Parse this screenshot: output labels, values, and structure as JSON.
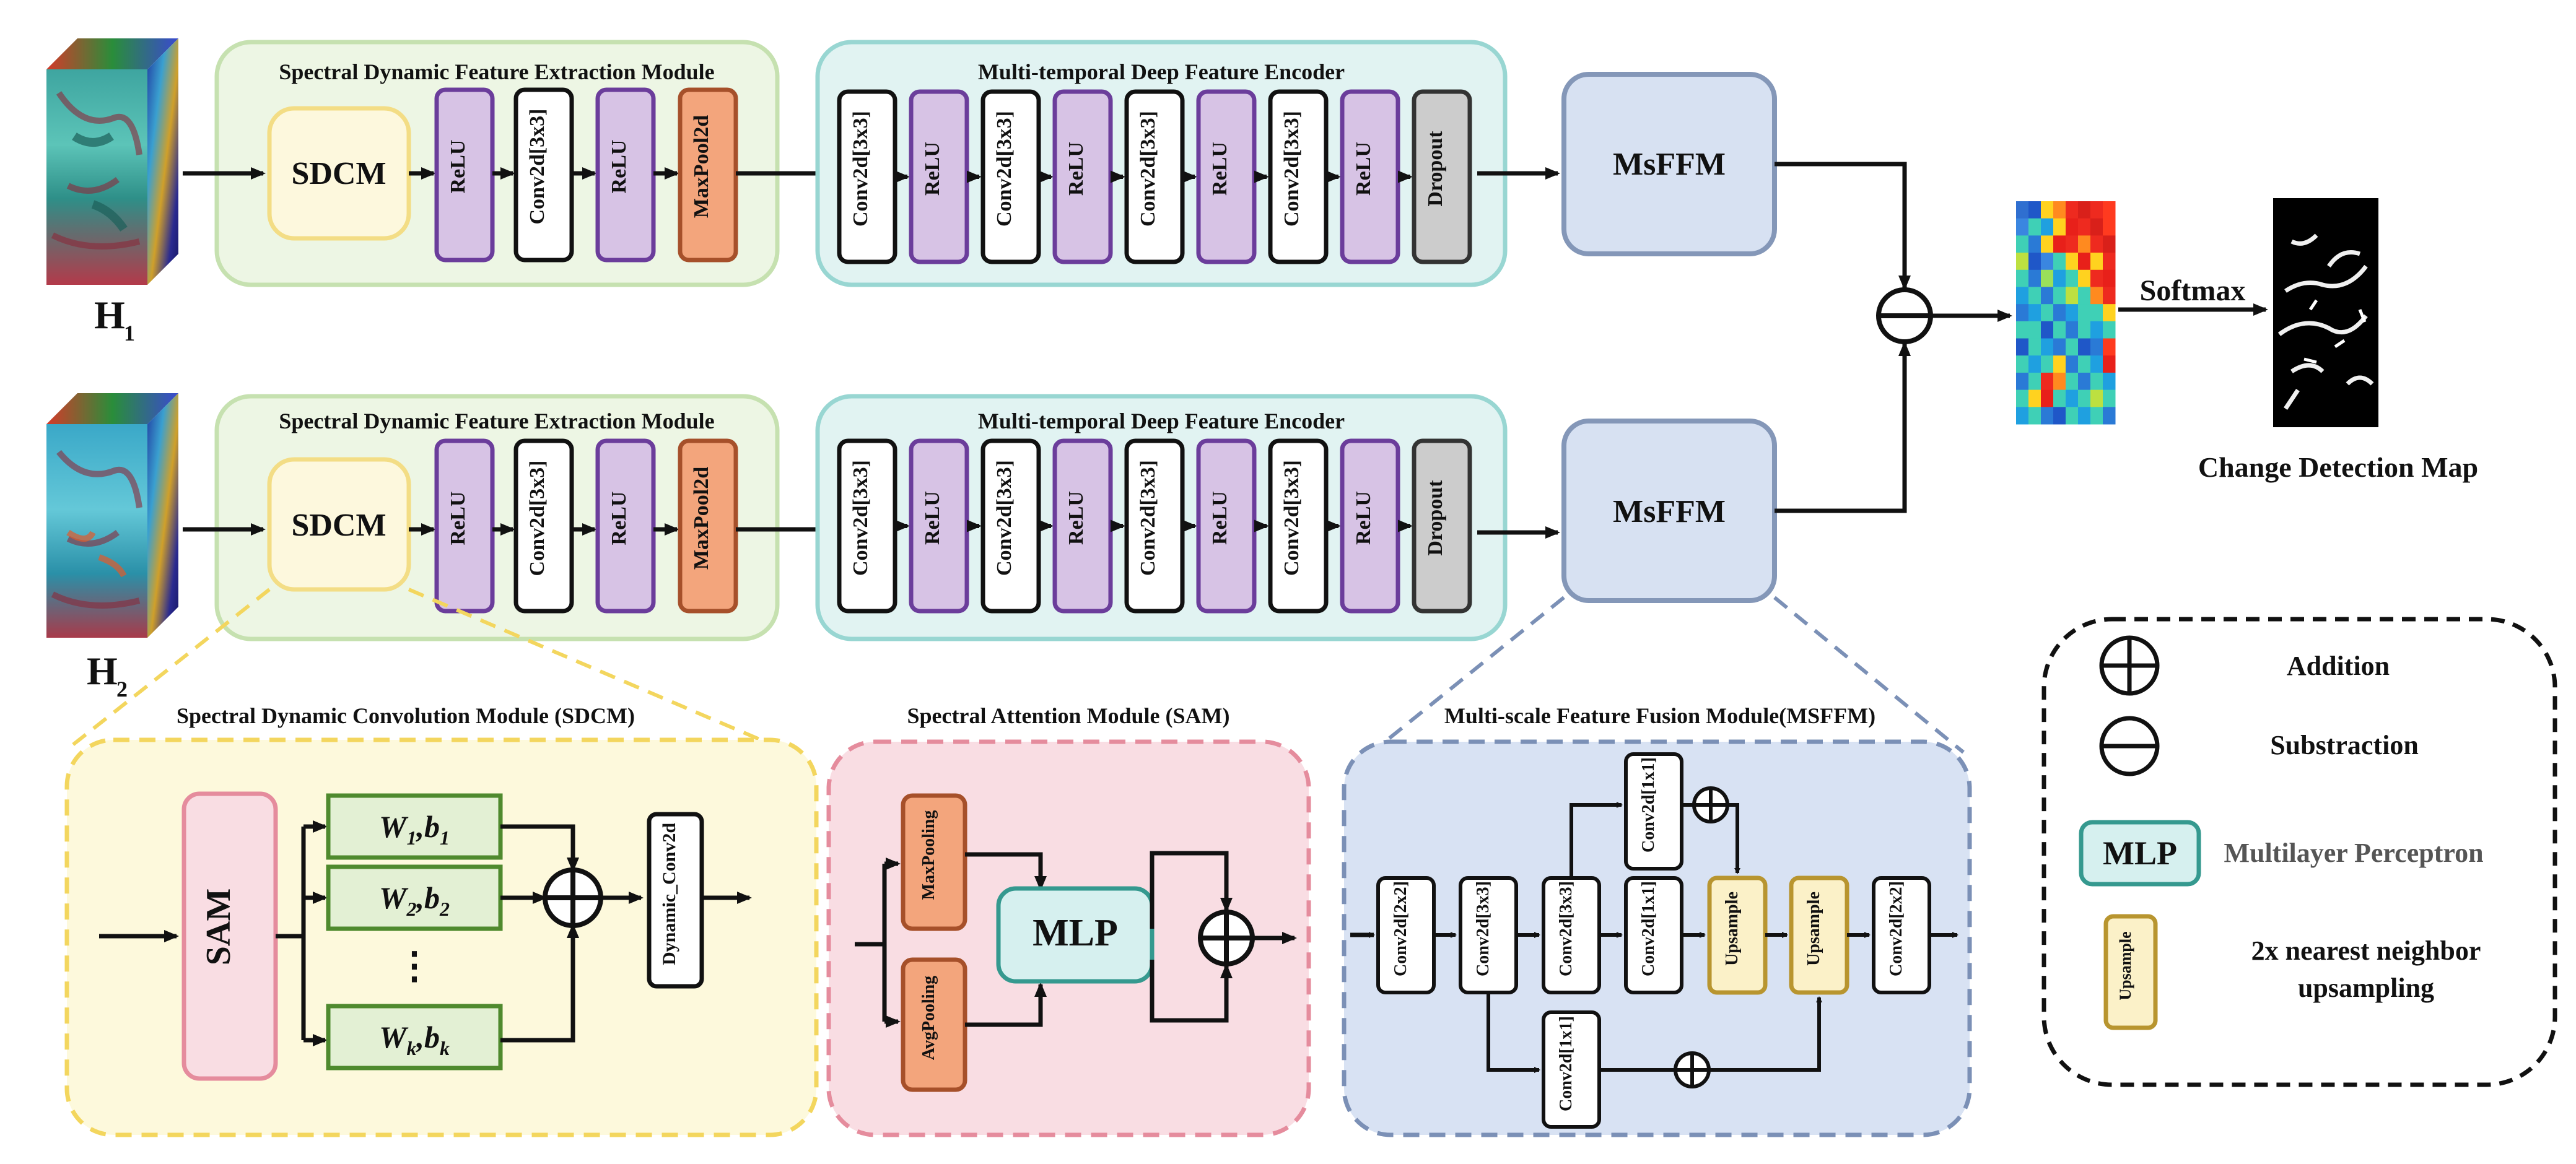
{
  "colors": {
    "sdfem_bg": "#edf6e4",
    "sdfem_border": "#c6e1b0",
    "mtdfe_bg": "#e1f3f2",
    "mtdfe_border": "#98d6d2",
    "sdcm_fill": "#fdf8dd",
    "sdcm_border": "#f3dd85",
    "relu_fill": "#d7c3e5",
    "relu_border": "#6b3d9b",
    "conv_fill": "#ffffff",
    "conv_border": "#111111",
    "maxpool_fill": "#f3a57c",
    "maxpool_border": "#a6502a",
    "dropout_fill": "#cccccc",
    "dropout_border": "#333333",
    "msffm_fill": "#d7e1f2",
    "msffm_border": "#8497b8",
    "sdcm_detail_bg": "#fdf9dc",
    "sdcm_detail_border": "#f3d65e",
    "sam_bg": "#f9dde3",
    "sam_border": "#e58c9d",
    "msffm_detail_bg": "#d8e2f3",
    "msffm_detail_border": "#7b90b6",
    "weight_fill": "#e3f0d4",
    "weight_border": "#4f8a2e",
    "mlp_fill": "#d6f0ef",
    "mlp_border": "#35998f",
    "upsample_fill": "#fbf1c8",
    "upsample_border": "#b8952f",
    "pool_fill": "#f3a57c",
    "pool_border": "#a6502a"
  },
  "inputs": {
    "h1_label": "H",
    "h1_sub": "1",
    "h2_label": "H",
    "h2_sub": "2"
  },
  "row1": {
    "sdfem_title": "Spectral Dynamic Feature Extraction Module",
    "sdcm_label": "SDCM",
    "blocks": [
      "ReLU",
      "Conv2d[3x3]",
      "ReLU",
      "MaxPool2d"
    ],
    "encoder_title": "Multi-temporal Deep Feature Encoder",
    "encoder_blocks": [
      "Conv2d[3x3]",
      "ReLU",
      "Conv2d[3x3]",
      "ReLU",
      "Conv2d[3x3]",
      "ReLU",
      "Conv2d[3x3]",
      "ReLU",
      "Dropout"
    ],
    "msffm_label": "MsFFM"
  },
  "row2": {
    "sdfem_title": "Spectral Dynamic Feature Extraction Module",
    "sdcm_label": "SDCM",
    "blocks": [
      "ReLU",
      "Conv2d[3x3]",
      "ReLU",
      "MaxPool2d"
    ],
    "encoder_title": "Multi-temporal Deep Feature Encoder",
    "encoder_blocks": [
      "Conv2d[3x3]",
      "ReLU",
      "Conv2d[3x3]",
      "ReLU",
      "Conv2d[3x3]",
      "ReLU",
      "Conv2d[3x3]",
      "ReLU",
      "Dropout"
    ],
    "msffm_label": "MsFFM"
  },
  "output": {
    "softmax_label": "Softmax",
    "map_label": "Change Detection Map"
  },
  "sdcm_detail": {
    "title": "Spectral Dynamic Convolution Module (SDCM)",
    "sam_label": "SAM",
    "weights": [
      {
        "w": "W",
        "ws": "1",
        "b": ",b",
        "bs": "1"
      },
      {
        "w": "W",
        "ws": "2",
        "b": ",b",
        "bs": "2"
      },
      {
        "w": "W",
        "ws": "k",
        "b": ",b",
        "bs": "k"
      }
    ],
    "ellipsis": "⋮",
    "dynamic_conv_label": "Dynamic_Conv2d"
  },
  "sam_detail": {
    "title": "Spectral Attention Module (SAM)",
    "maxpool_label": "MaxPooling",
    "avgpool_label": "AvgPooling",
    "mlp_label": "MLP"
  },
  "msffm_detail": {
    "title": "Multi-scale Feature Fusion Module(MSFFM)",
    "blocks": [
      "Conv2d[2x2]",
      "Conv2d[3x3]",
      "Conv2d[3x3]",
      "Conv2d[1x1]",
      "Conv2d[1x1]",
      "Upsample",
      "Upsample",
      "Conv2d[2x2]",
      "Conv2d[1x1]"
    ]
  },
  "legend": {
    "addition": "Addition",
    "subtraction": "Substraction",
    "mlp_label": "MLP",
    "mlp_desc": "Multilayer Perceptron",
    "upsample_label": "Upsample",
    "upsample_desc_line1": "2x nearest neighbor",
    "upsample_desc_line2": "upsampling"
  },
  "heatmap_rows": [
    [
      "#2f6fd0",
      "#1f57c8",
      "#ffd21f",
      "#ff8a1f",
      "#ee2a1f",
      "#d9201a",
      "#ee2a1f",
      "#ff3a1f"
    ],
    [
      "#3a86e0",
      "#3fd0b6",
      "#1fa0e0",
      "#ffd21f",
      "#e8201a",
      "#ee2a1f",
      "#d9201a",
      "#ff3a1f"
    ],
    [
      "#3fd0b6",
      "#2a7ad6",
      "#ffd21f",
      "#e8201a",
      "#ee2a1f",
      "#ff8a1f",
      "#ee2a1f",
      "#d9201a"
    ],
    [
      "#bde040",
      "#1f57c8",
      "#3a86e0",
      "#3fd0b6",
      "#ffd21f",
      "#e8201a",
      "#ffd21f",
      "#ee2a1f"
    ],
    [
      "#3fd0b6",
      "#2a7ad6",
      "#9ae05a",
      "#1fa0e0",
      "#3fd0b6",
      "#ffd21f",
      "#ee2a1f",
      "#e8201a"
    ],
    [
      "#1fa0e0",
      "#3fd0b6",
      "#2a7ad6",
      "#3fd0b6",
      "#bde040",
      "#3fd0b6",
      "#ff8a1f",
      "#ee2a1f"
    ],
    [
      "#2a7ad6",
      "#1fa0e0",
      "#3fd0b6",
      "#2a7ad6",
      "#1fa0e0",
      "#3fd0b6",
      "#3fd0b6",
      "#ffd21f"
    ],
    [
      "#3fd0b6",
      "#3fd0b6",
      "#1f57c8",
      "#3fd0b6",
      "#2a7ad6",
      "#3fd0b6",
      "#1fa0e0",
      "#3fd0b6"
    ],
    [
      "#1f57c8",
      "#3fd0b6",
      "#1fa0e0",
      "#2a7ad6",
      "#3fd0b6",
      "#1f57c8",
      "#2a7ad6",
      "#ff3a1f"
    ],
    [
      "#3fd0b6",
      "#1fa0e0",
      "#3fd0b6",
      "#ffd21f",
      "#2a7ad6",
      "#3fd0b6",
      "#1fa0e0",
      "#e8201a"
    ],
    [
      "#2a7ad6",
      "#3fd0b6",
      "#ee2a1f",
      "#ff8a1f",
      "#3fd0b6",
      "#2a7ad6",
      "#3fd0b6",
      "#1fa0e0"
    ],
    [
      "#3fd0b6",
      "#ffd21f",
      "#e8201a",
      "#3fd0b6",
      "#1fa0e0",
      "#3fd0b6",
      "#bde040",
      "#3fd0b6"
    ],
    [
      "#1fa0e0",
      "#3fd0b6",
      "#2a7ad6",
      "#1f57c8",
      "#3fd0b6",
      "#1fa0e0",
      "#3fd0b6",
      "#2a7ad6"
    ]
  ]
}
